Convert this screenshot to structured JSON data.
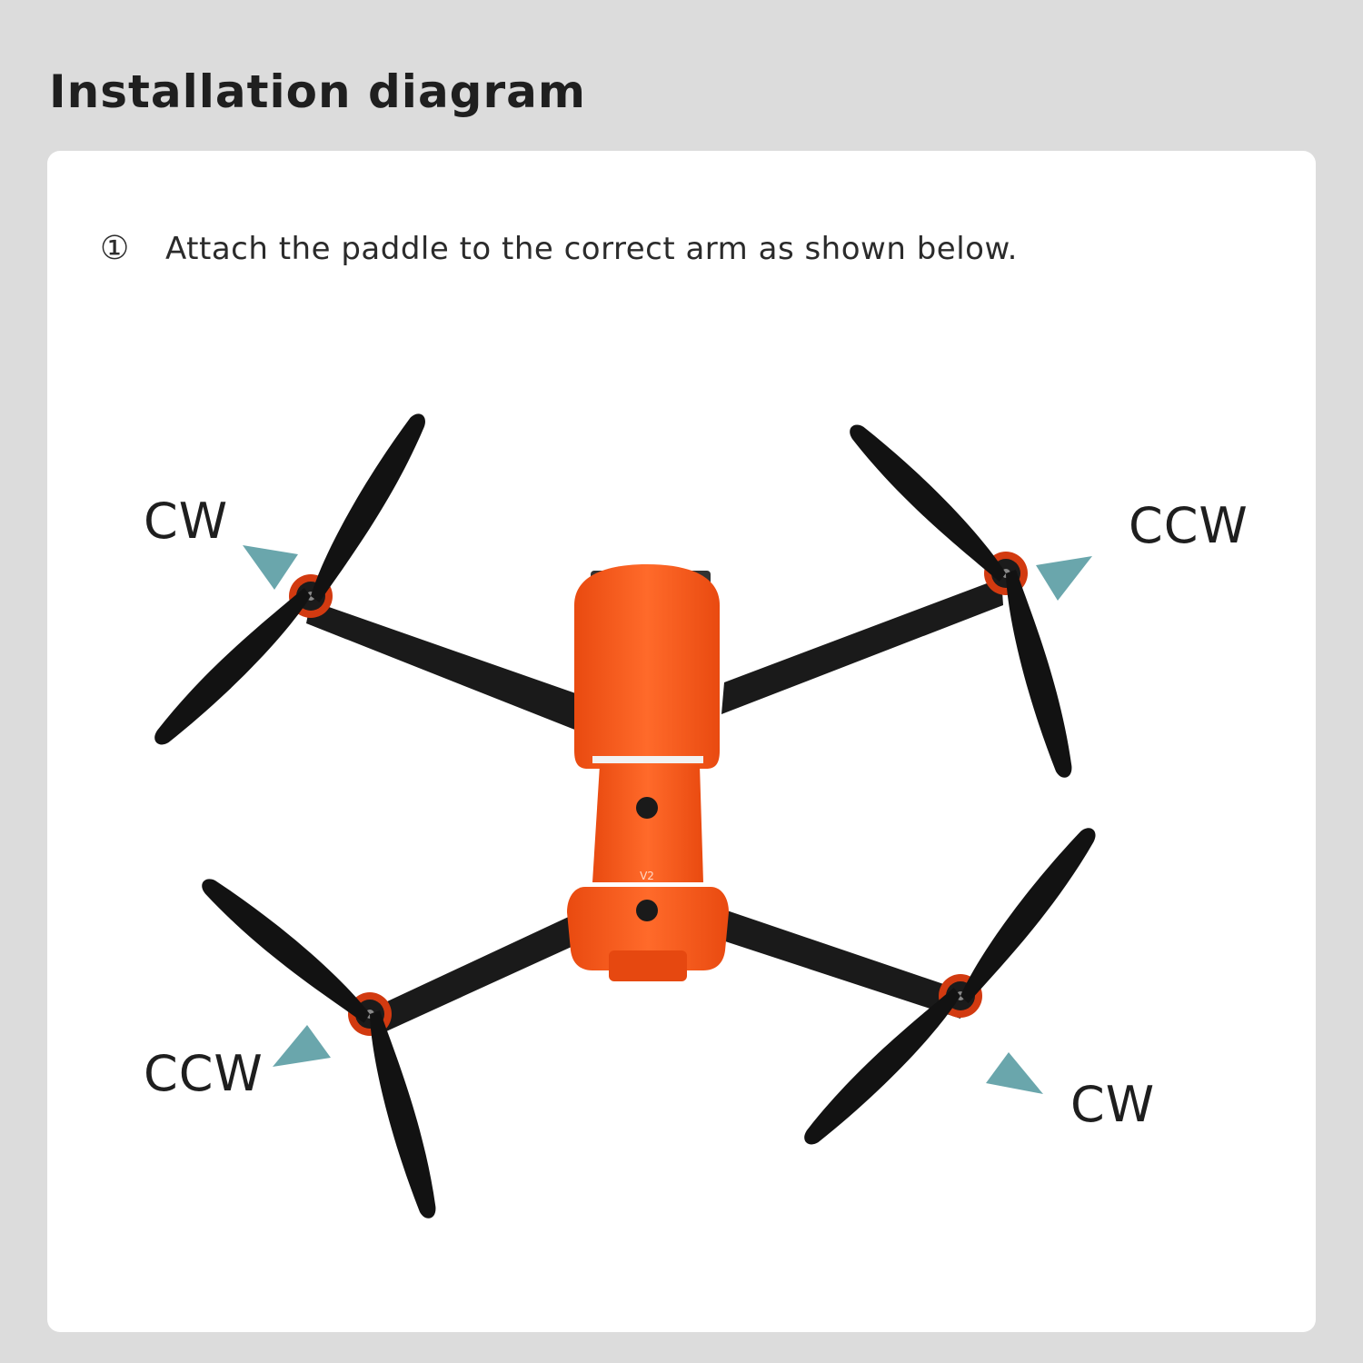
{
  "title": "Installation diagram",
  "step": {
    "number": "①",
    "text": "Attach the paddle to the correct arm as shown below."
  },
  "labels": {
    "front_left": "CW",
    "front_right": "CCW",
    "rear_left": "CCW",
    "rear_right": "CW"
  },
  "drone_badge": "V2",
  "colors": {
    "body": "#ff5a1a",
    "propeller": "#111111",
    "arrow": "#6aa6ac"
  }
}
